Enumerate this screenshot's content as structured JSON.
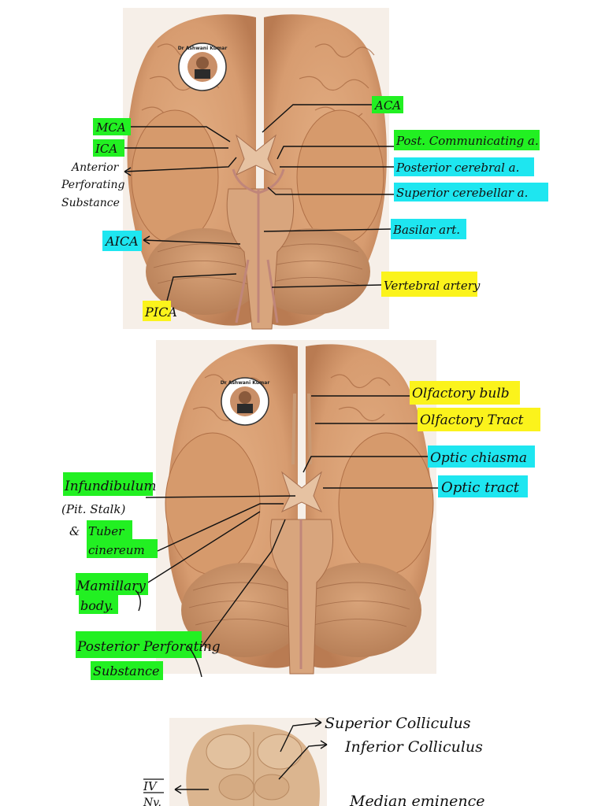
{
  "logo": {
    "name": "Dr Ashwani Kumar"
  },
  "fig1": {
    "mca": "MCA",
    "ica": "ICA",
    "anterior_perforating_1": "Anterior",
    "anterior_perforating_2": "Perforating",
    "anterior_perforating_3": "Substance",
    "aca": "ACA",
    "post_communicating": "Post. Communicating a.",
    "posterior_cerebral": "Posterior cerebral a.",
    "superior_cerebellar": "Superior cerebellar a.",
    "aica": "AICA",
    "basilar": "Basilar art.",
    "vertebral": "Vertebral artery",
    "pica": "PICA"
  },
  "fig2": {
    "olfactory_bulb": "Olfactory bulb",
    "olfactory_tract": "Olfactory Tract",
    "optic_chiasma": "Optic chiasma",
    "optic_tract": "Optic tract",
    "infundibulum": "Infundibulum",
    "pit_stalk": "(Pit. Stalk)",
    "ampersand": "&",
    "tuber": "Tuber",
    "cinereum": "cinereum",
    "mamillary": "Mamillary",
    "body": "body.",
    "posterior_perforating": "Posterior Perforating",
    "substance": "Substance"
  },
  "fig3": {
    "superior_colliculus": "Superior Colliculus",
    "inferior_colliculus": "Inferior Colliculus",
    "fourth_nerve": "IV",
    "nv": "Nv.",
    "median_eminence": "Median eminence"
  }
}
